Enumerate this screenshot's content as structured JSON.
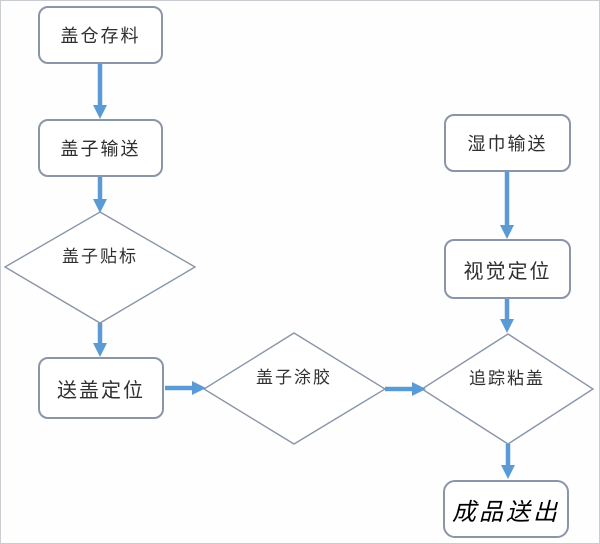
{
  "diagram": {
    "title": "wet-wipes lid assembly flowchart",
    "nodes": {
      "lid_storage": {
        "label": "盖仓存料",
        "type": "process"
      },
      "lid_convey": {
        "label": "盖子输送",
        "type": "process"
      },
      "lid_labeling": {
        "label": "盖子贴标",
        "type": "decision"
      },
      "lid_positioning": {
        "label": "送盖定位",
        "type": "process"
      },
      "lid_gluing": {
        "label": "盖子涂胶",
        "type": "decision"
      },
      "wipes_convey": {
        "label": "湿巾输送",
        "type": "process"
      },
      "vision_positioning": {
        "label": "视觉定位",
        "type": "process"
      },
      "tracking_capping": {
        "label": "追踪粘盖",
        "type": "decision"
      },
      "product_output": {
        "label": "成品送出",
        "type": "terminal"
      }
    },
    "edges": [
      "lid_storage -> lid_convey",
      "lid_convey -> lid_labeling",
      "lid_labeling -> lid_positioning",
      "lid_positioning -> lid_gluing",
      "lid_gluing -> tracking_capping",
      "wipes_convey -> vision_positioning",
      "vision_positioning -> tracking_capping",
      "tracking_capping -> product_output"
    ],
    "colors": {
      "arrow": "#5b9bd5",
      "shape_border": "#8a96a6",
      "frame": "#c9ccd1"
    }
  }
}
